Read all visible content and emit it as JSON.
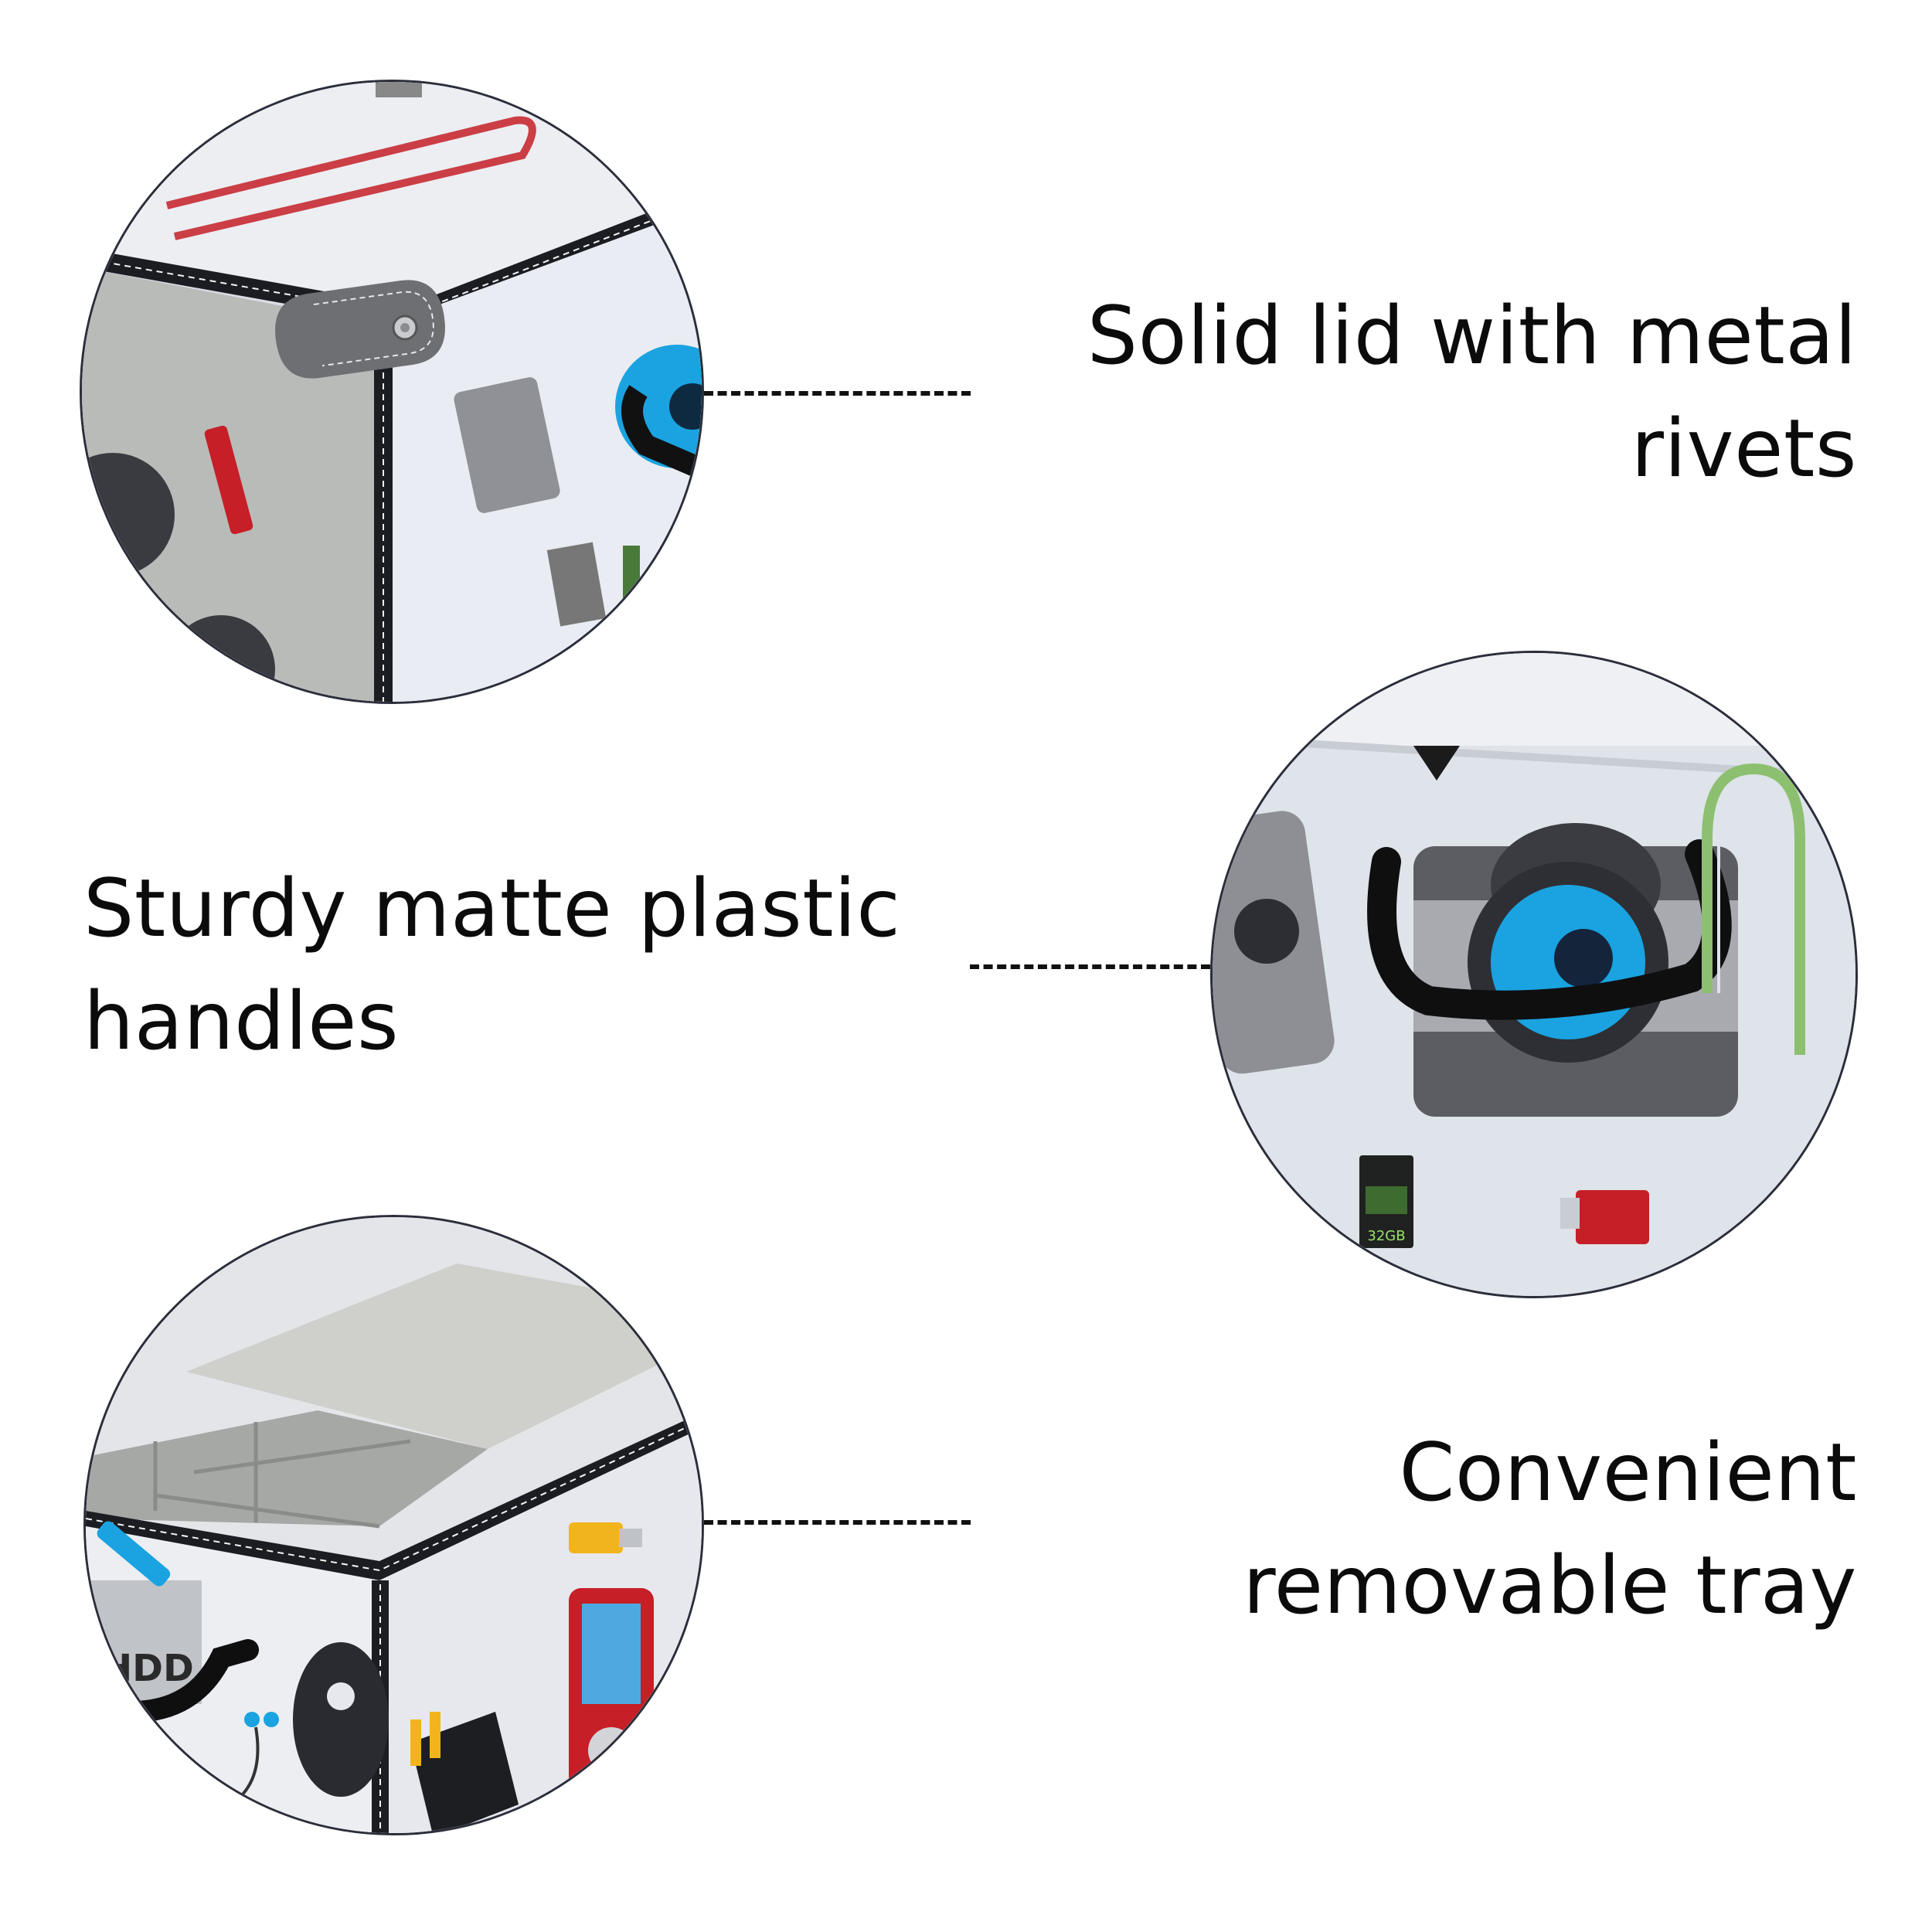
{
  "features": [
    {
      "label_line1": "Solid lid with metal",
      "label_line2": "rivets"
    },
    {
      "label_line1": "Sturdy matte plastic",
      "label_line2": "handles"
    },
    {
      "label_line1": "Convenient",
      "label_line2": "removable tray"
    }
  ],
  "photo_details": {
    "sd_card_text": "32GB",
    "hdd_text": "HDD"
  },
  "colors": {
    "text": "#0b0b0b",
    "circle_border": "#2b2e3a",
    "leader_line": "#111111",
    "accent_blue": "#1aa3e0",
    "accent_red": "#c61f27",
    "accent_green": "#8cc070",
    "accent_yellow": "#f2b41c"
  }
}
